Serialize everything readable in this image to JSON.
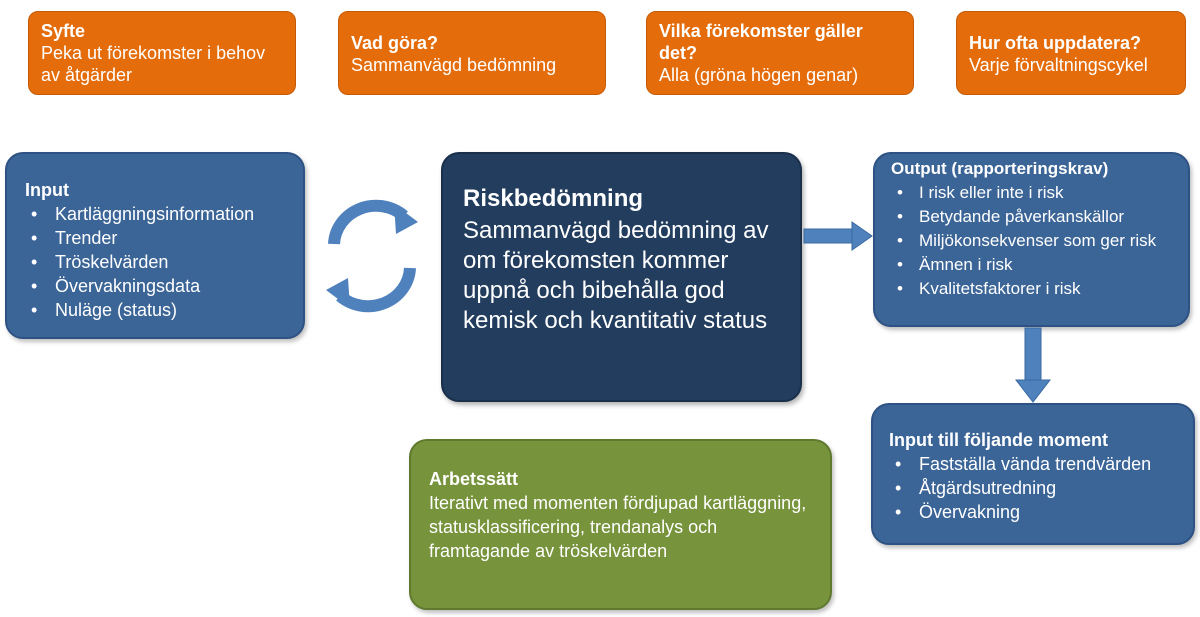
{
  "top_boxes": [
    {
      "heading": "Syfte",
      "text": "Peka ut förekomster i behov av åtgärder"
    },
    {
      "heading": "Vad göra?",
      "text": "Sammanvägd bedömning"
    },
    {
      "heading": "Vilka förekomster gäller det?",
      "text": "Alla (gröna högen genar)"
    },
    {
      "heading": "Hur ofta uppdatera?",
      "text": "Varje förvaltningscykel"
    }
  ],
  "input": {
    "heading": "Input",
    "items": [
      "Kartläggningsinformation",
      "Trender",
      "Tröskelvärden",
      "Övervakningsdata",
      "Nuläge (status)"
    ]
  },
  "center": {
    "heading": "Riskbedömning",
    "text": "Sammanvägd bedömning av om förekomsten kommer uppnå och bibehålla god kemisk och kvantitativ status"
  },
  "output": {
    "heading": "Output (rapporteringskrav)",
    "items": [
      "I risk eller inte i risk",
      "Betydande påverkanskällor",
      "Miljökonsekvenser som ger risk",
      "Ämnen i risk",
      "Kvalitetsfaktorer i risk"
    ]
  },
  "next_input": {
    "heading": "Input till följande moment",
    "items": [
      "Fastställa vända trendvärden",
      "Åtgärdsutredning",
      "Övervakning"
    ]
  },
  "method": {
    "heading": "Arbetssätt",
    "text": "Iterativt med momenten fördjupad kartläggning, statusklassificering, trendanalys och framtagande av tröskelvärden"
  },
  "colors": {
    "orange": "#e46c0a",
    "blue": "#3b6497",
    "dark_blue": "#223d5e",
    "green": "#77933c",
    "arrow": "#4f81bd"
  }
}
